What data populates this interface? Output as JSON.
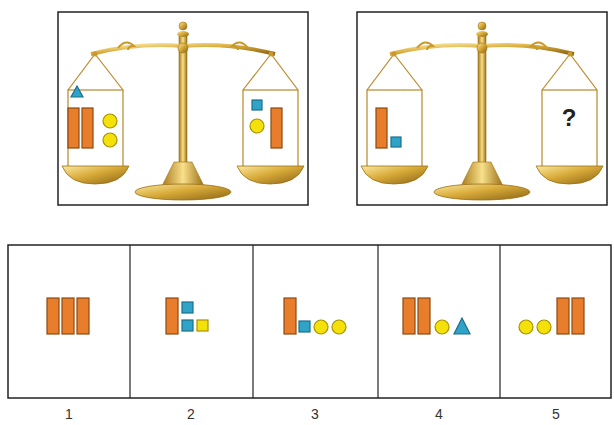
{
  "diagram": {
    "labels": [
      "?",
      "1",
      "2",
      "3",
      "4",
      "5"
    ]
  }
}
